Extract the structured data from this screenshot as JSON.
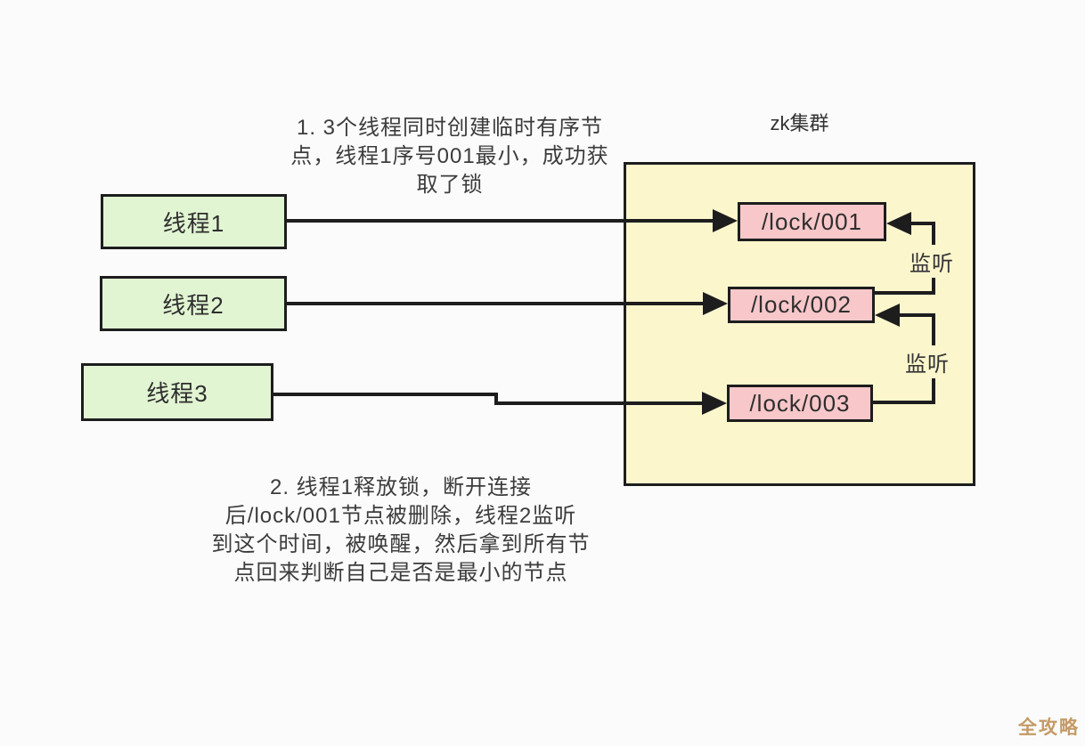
{
  "page": {
    "watermark": "全攻略"
  },
  "colors": {
    "background": "#fbfbfb",
    "cluster_fill": "#fcf6cd",
    "thread_fill": "#e2f5d3",
    "lock_fill": "#f7c7ca",
    "line": "#1d1d1d",
    "text": "#3a3a3a",
    "watermark": "#c49a66"
  },
  "annotations": {
    "step1": {
      "lines": [
        "1. 3个线程同时创建临时有序节",
        "点，线程1序号001最小，成功获",
        "取了锁"
      ]
    },
    "step2": {
      "lines": [
        "2. 线程1释放锁，断开连接",
        "后/lock/001节点被删除，线程2监听",
        "到这个时间，被唤醒，然后拿到所有节",
        "点回来判断自己是否是最小的节点"
      ]
    }
  },
  "cluster": {
    "title": "zk集群"
  },
  "threads": [
    {
      "label": "线程1"
    },
    {
      "label": "线程2"
    },
    {
      "label": "线程3"
    }
  ],
  "locks": [
    {
      "label": "/lock/001"
    },
    {
      "label": "/lock/002"
    },
    {
      "label": "/lock/003"
    }
  ],
  "watches": [
    {
      "label": "监听"
    },
    {
      "label": "监听"
    }
  ]
}
